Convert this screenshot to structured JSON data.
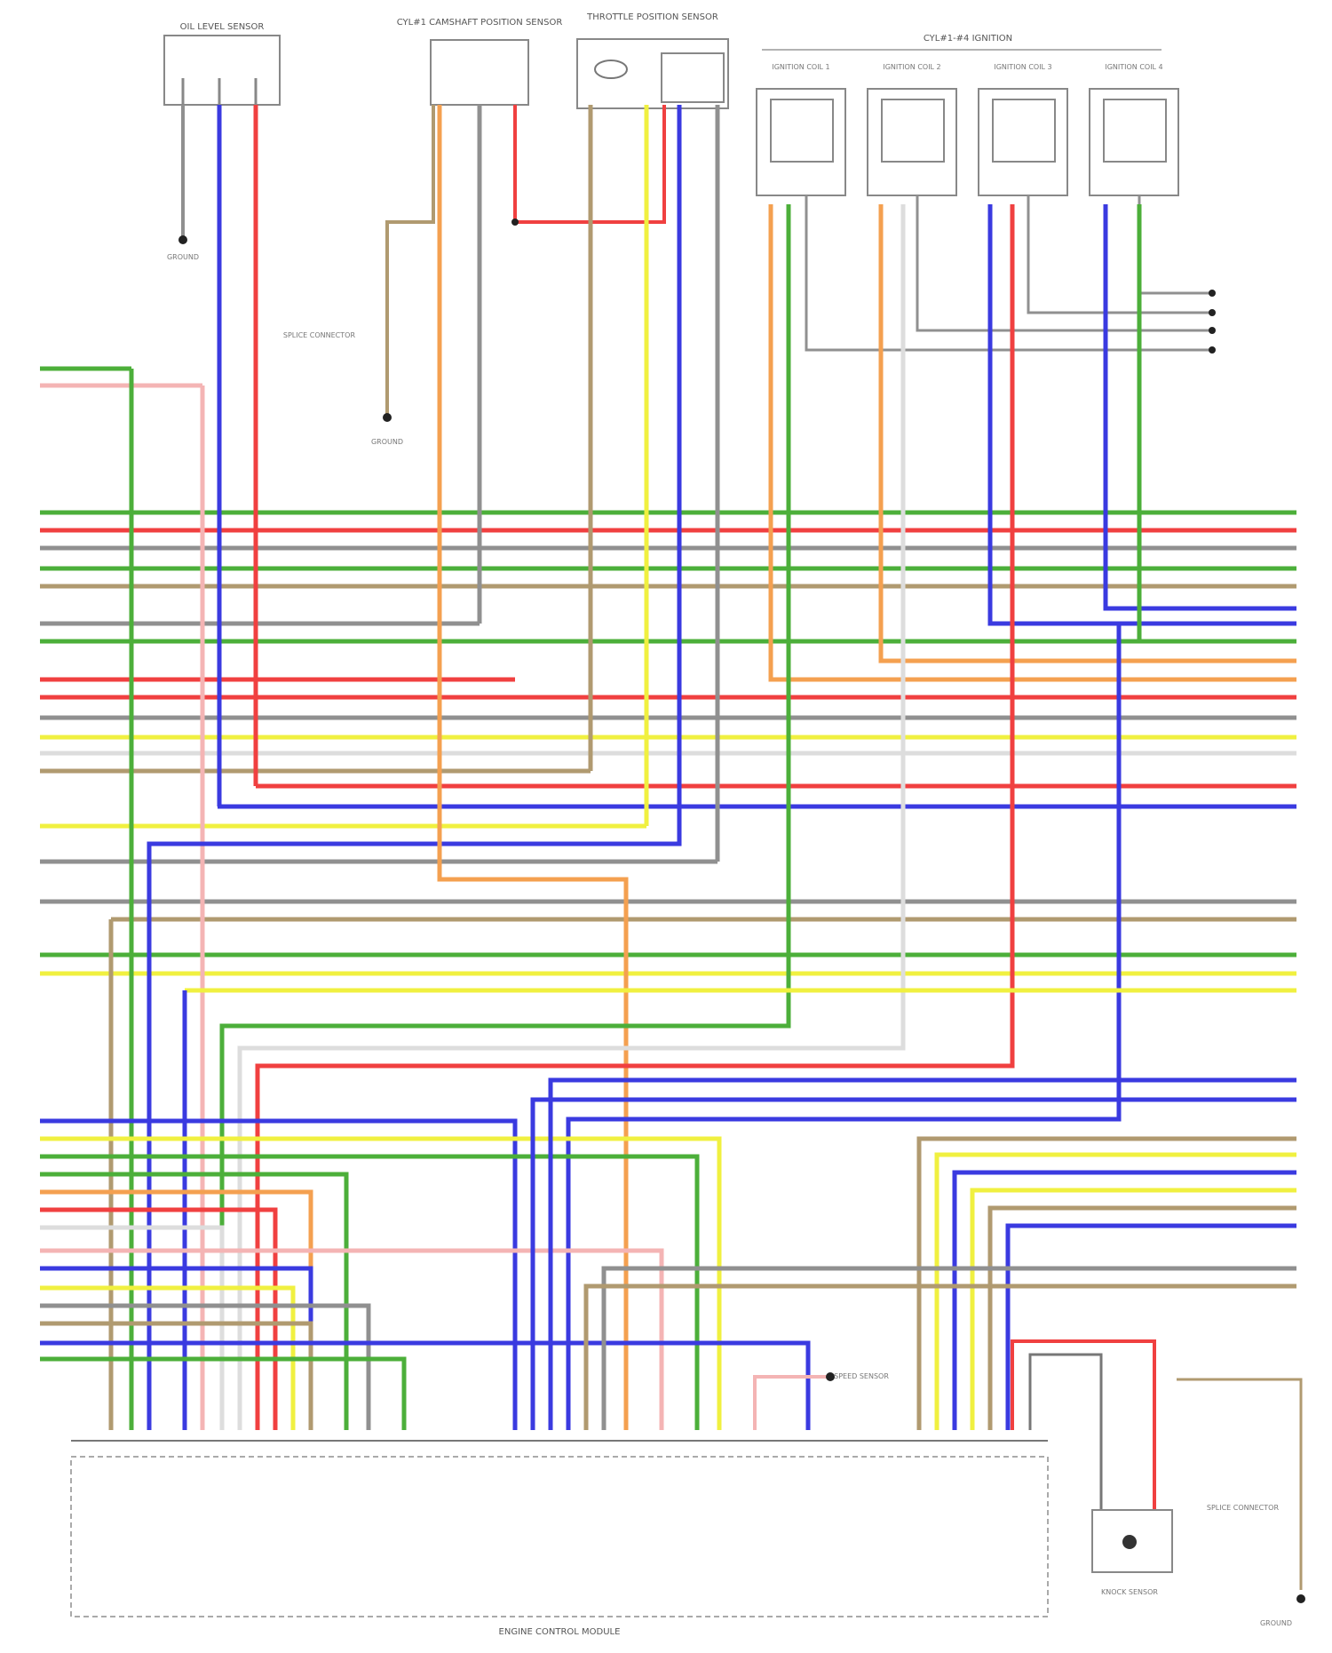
{
  "diagram": {
    "footer_credit": "",
    "components": {
      "oil_level_sensor": "OIL LEVEL SENSOR",
      "camshaft_position_sensor": "CYL#1 CAMSHAFT POSITION SENSOR",
      "throttle_position_sensor": "THROTTLE POSITION SENSOR",
      "ignition_coil_group": "CYL#1-#4 IGNITION",
      "coil_1": "IGNITION COIL 1",
      "coil_2": "IGNITION COIL 2",
      "coil_3": "IGNITION COIL 3",
      "coil_4": "IGNITION COIL 4",
      "ecm": "ENGINE CONTROL MODULE",
      "knock_sensor": "KNOCK SENSOR"
    },
    "notes": {
      "ground_left": "GROUND",
      "splice_connector": "SPLICE CONNECTOR",
      "ground_mid": "GROUND",
      "right_ground": "GROUND",
      "right_splice": "SPLICE CONNECTOR",
      "bottom_ground": "GROUND",
      "speed_sensor": "SPEED SENSOR"
    }
  },
  "wire_colors": {
    "green": "#4caf3a",
    "red": "#f04040",
    "blue": "#3a3ae0",
    "orange": "#f4a050",
    "yellow": "#f0f040",
    "pink": "#f4b4b4",
    "gray": "#909090",
    "brown": "#b09a70",
    "white": "#dddddd"
  }
}
